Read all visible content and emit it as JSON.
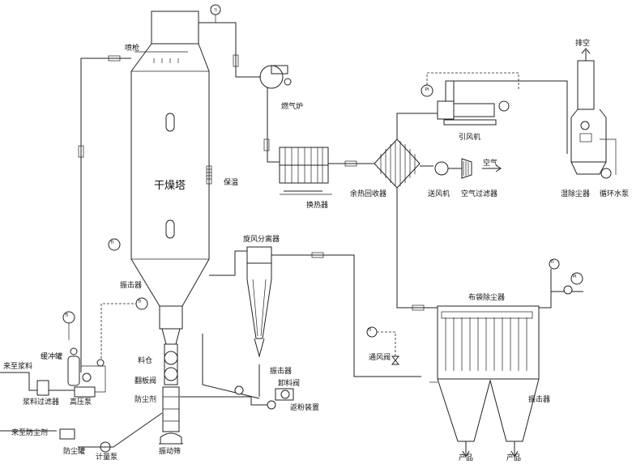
{
  "labels": {
    "spray_gun": "喷枪",
    "drying_tower": "干燥塔",
    "insulation": "保温",
    "gas_furnace": "燃气炉",
    "heat_exchanger": "换热器",
    "waste_heat_recovery": "余热回收器",
    "blower": "送风机",
    "air_filter": "空气过滤器",
    "air": "空气",
    "induced_fan": "引风机",
    "exhaust": "排空",
    "wet_dust_collector": "湿除尘器",
    "circulating_pump": "循环水泵",
    "cyclone_separator": "旋风分离器",
    "bag_filter": "布袋除尘器",
    "vent_valve": "通风阀",
    "rapper_left": "振击器",
    "rapper_cyclone": "振击器",
    "rapper_bag": "振击器",
    "discharge_valve": "卸料阀",
    "powder_return": "返粉装置",
    "buffer_tank": "缓冲罐",
    "from_slurry": "来至浆料",
    "slurry_filter": "浆料过滤器",
    "high_pressure_pump": "高压泵",
    "hopper": "料仓",
    "flap_valve": "翻板阀",
    "anti_dust_agent": "防尘剂",
    "from_anti_dust": "来至防尘剂",
    "anti_dust_tank": "防尘罐",
    "metering_pump": "计量泵",
    "vibrating_screen": "振动筛",
    "product_1": "产品",
    "product_2": "产品"
  },
  "instrument_tags": {
    "ti_top": "TI",
    "ti_tower": "TI",
    "ti_left": "TI",
    "ti_slurry": "TI",
    "ti_cyclone": "TI",
    "pi_filter": "PI",
    "pi_right": "PI",
    "ti_recovery": "TI"
  }
}
